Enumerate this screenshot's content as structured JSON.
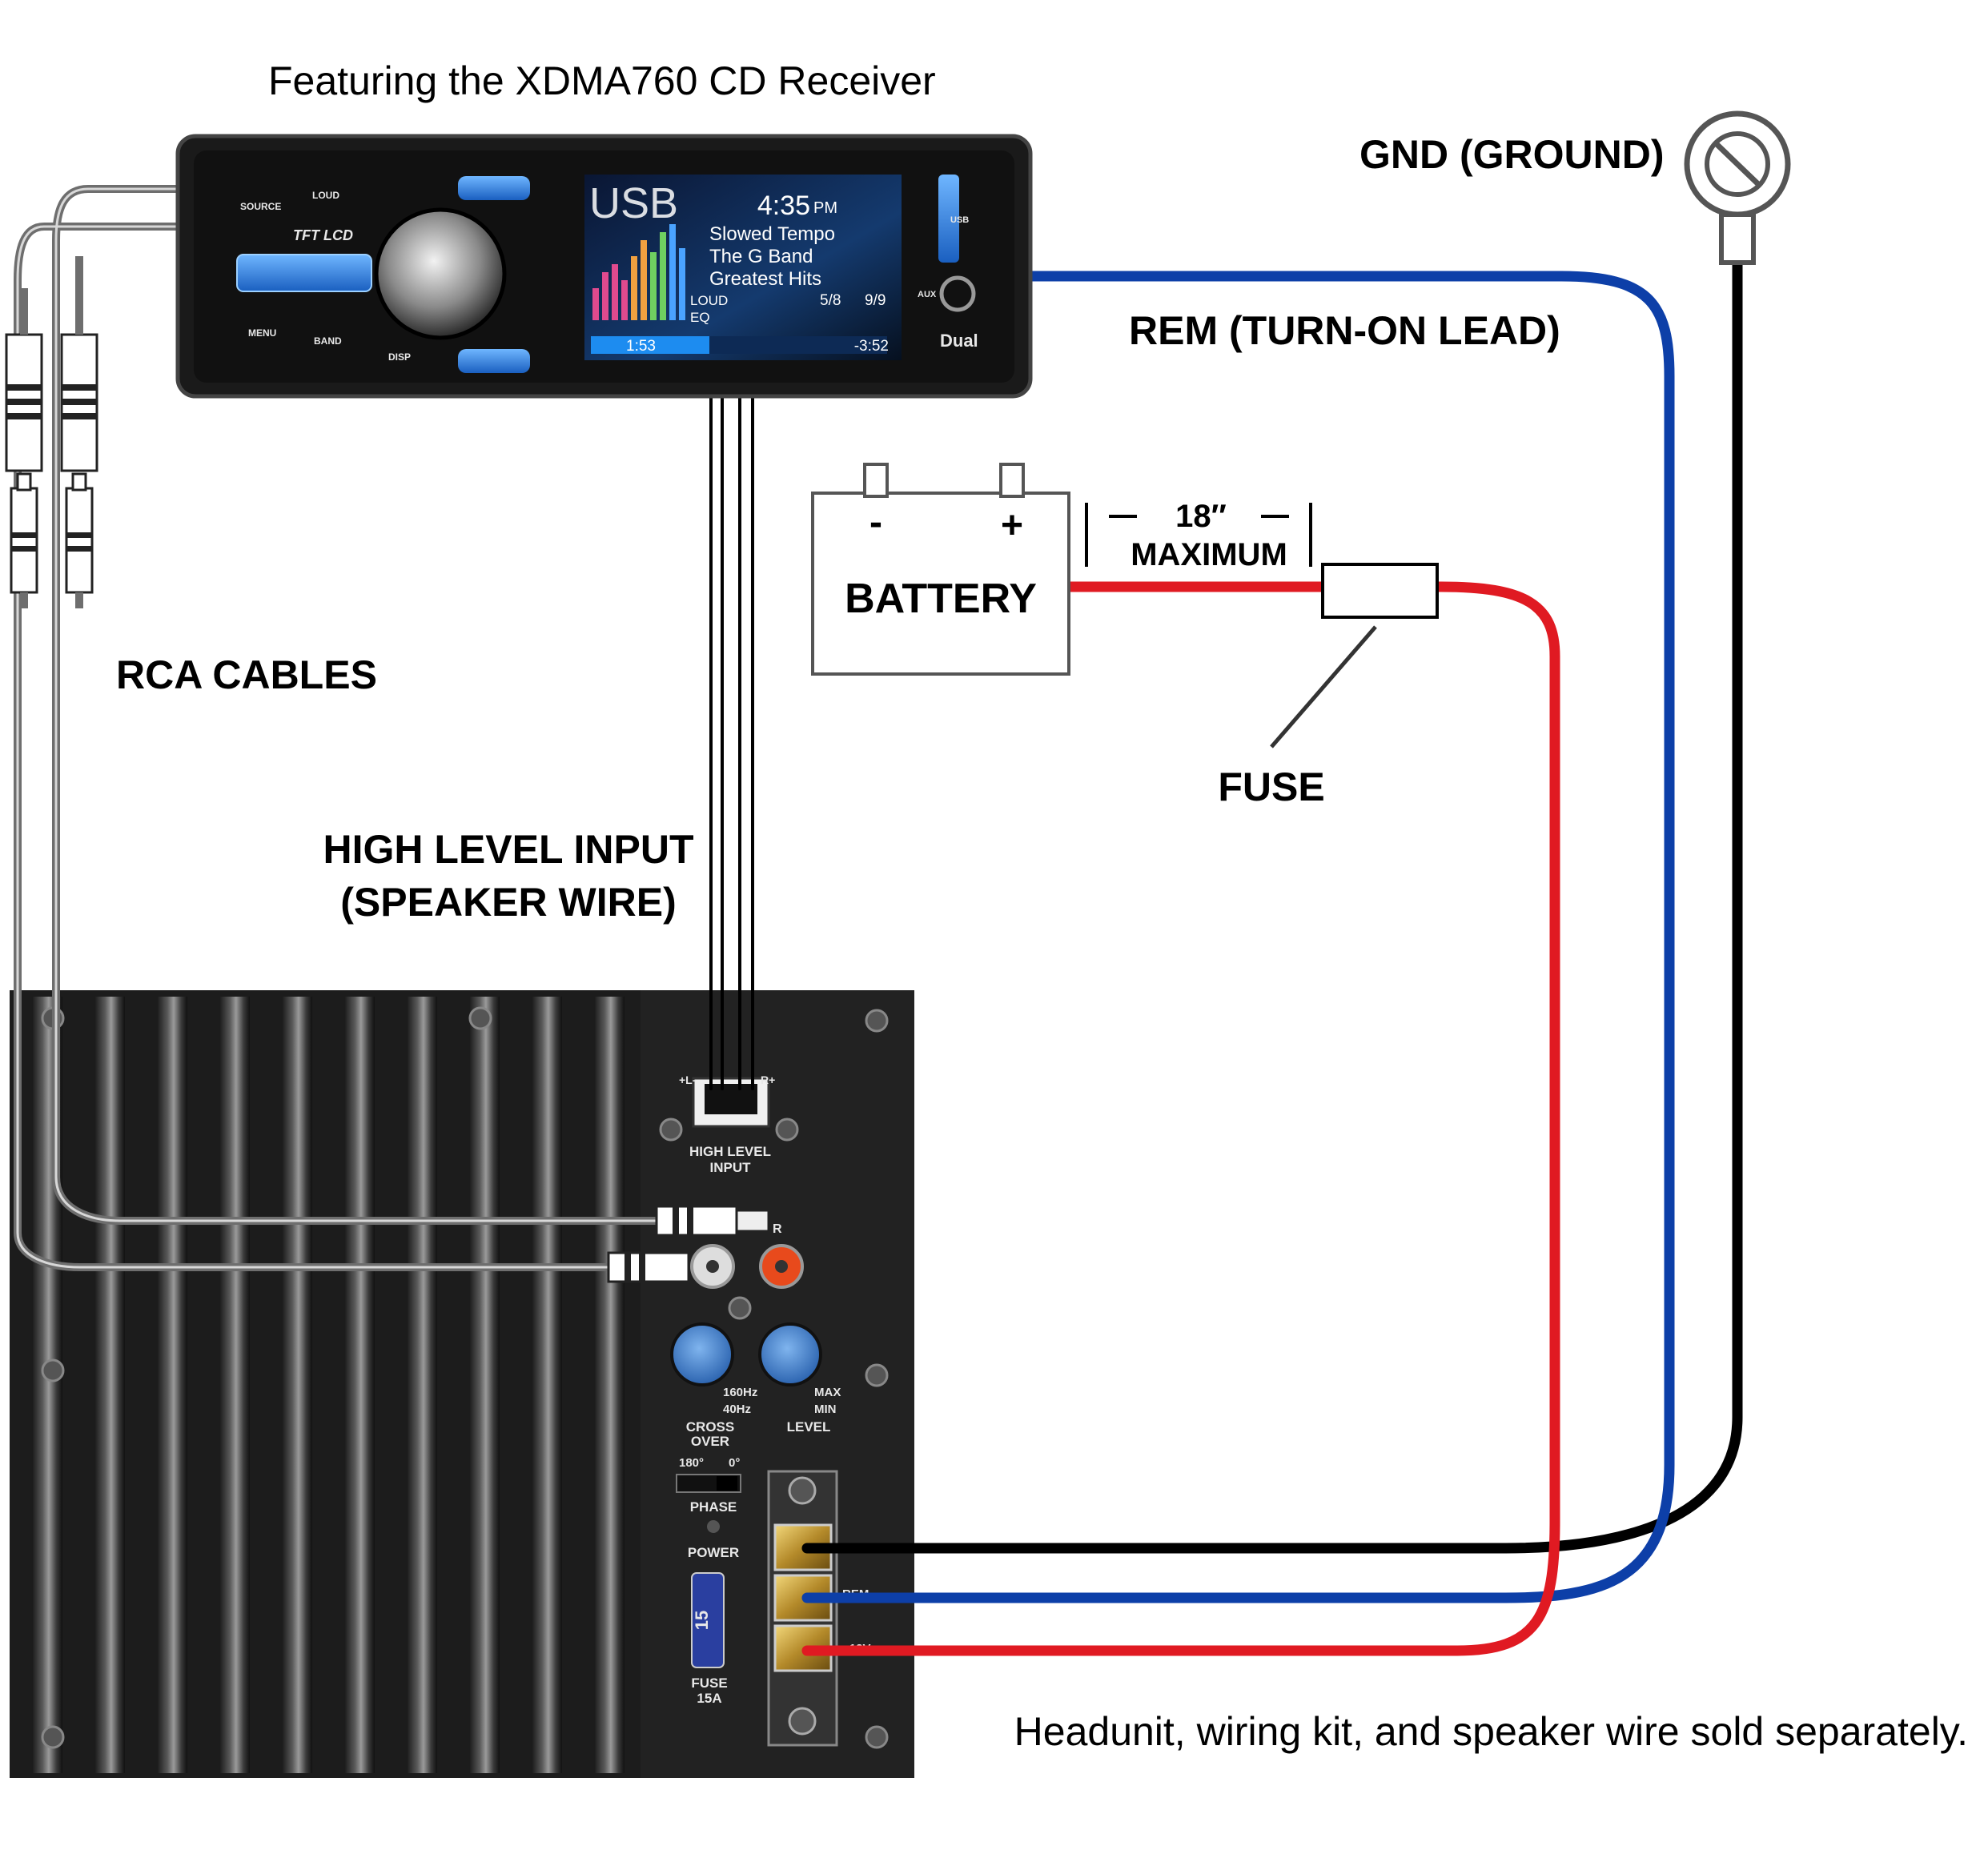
{
  "title": "Featuring the XDMA760 CD Receiver",
  "footer": "Headunit, wiring kit, and speaker wire sold separately.",
  "labels": {
    "gnd": "GND (GROUND)",
    "rem": "REM (TURN-ON LEAD)",
    "battery": "BATTERY",
    "battery_neg": "-",
    "battery_pos": "+",
    "distance_value": "18″",
    "distance_max": "MAXIMUM",
    "fuse": "FUSE",
    "rca": "RCA CABLES",
    "high_level_1": "HIGH LEVEL INPUT",
    "high_level_2": "(SPEAKER WIRE)"
  },
  "headunit": {
    "model_text": "TFT LCD",
    "brand": "Dual",
    "buttons": {
      "source": "SOURCE",
      "loud": "LOUD",
      "menu": "MENU",
      "band": "BAND",
      "disp": "DISP",
      "usb_port": "USB",
      "aux": "AUX"
    },
    "screen": {
      "source": "USB",
      "time": "4:35",
      "ampm": "PM",
      "track": "Slowed Tempo",
      "artist": "The G Band",
      "album": "Greatest Hits",
      "loud": "LOUD",
      "eq": "EQ",
      "folder": "5/8",
      "track_num": "9/9",
      "elapsed": "1:53",
      "remaining": "-3:52",
      "progress": 0.4
    }
  },
  "amp_panel": {
    "high_level_input_1": "HIGH LEVEL",
    "high_level_input_2": "INPUT",
    "left_minus": "+L-",
    "right_plus": "R+",
    "r": "R",
    "freq_high": "160Hz",
    "freq_low": "40Hz",
    "crossover_1": "CROSS",
    "crossover_2": "OVER",
    "max": "MAX",
    "min": "MIN",
    "level": "LEVEL",
    "phase_180": "180°",
    "phase_0": "0°",
    "phase": "PHASE",
    "power": "POWER",
    "fuse_value": "15",
    "fuse_1": "FUSE",
    "fuse_2": "15A",
    "rem_terminal": "REM",
    "plus12_terminal": "+12V"
  },
  "colors": {
    "rem_wire": "#0d3fa8",
    "power_wire": "#e01a22",
    "ground_wire": "#000000",
    "rca_cable": "#6e6e6e",
    "lcd_accent": "#1d8cf0"
  }
}
